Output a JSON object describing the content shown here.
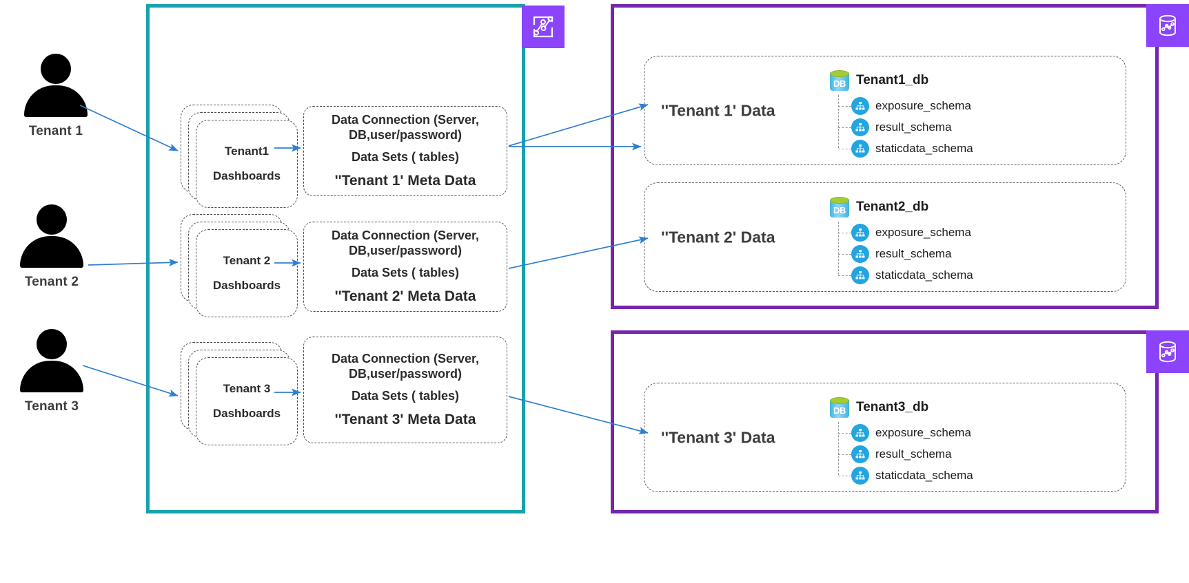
{
  "diagram": {
    "title": "Multi-tenant BI and database architecture",
    "colors": {
      "bi_border": "#17a2ae",
      "panel_border": "#7526ad",
      "badge": "#8b43fb",
      "arrow": "#2f7fd1",
      "db_green": "#a4cc35",
      "db_blue": "#3fb5e4",
      "schema_blue": "#22a5e0"
    }
  },
  "actors": [
    {
      "label": "Tenant 1",
      "icon": "person-icon"
    },
    {
      "label": "Tenant 2",
      "icon": "person-icon"
    },
    {
      "label": "Tenant 3",
      "icon": "person-icon"
    }
  ],
  "bi_container": {
    "badge_icon": "line-chart-icon"
  },
  "dashboards": [
    {
      "line1": "Tenant1",
      "line2": "Dashboards"
    },
    {
      "line1": "Tenant 2",
      "line2": "Dashboards"
    },
    {
      "line1": "Tenant 3",
      "line2": "Dashboards"
    }
  ],
  "metadata_boxes": [
    {
      "connection": "Data Connection (Server, DB,user/password)",
      "datasets": "Data Sets ( tables)",
      "meta": "''Tenant 1' Meta Data"
    },
    {
      "connection": "Data Connection (Server, DB,user/password)",
      "datasets": "Data Sets ( tables)",
      "meta": "''Tenant 2' Meta Data"
    },
    {
      "connection": "Data Connection (Server, DB,user/password)",
      "datasets": "Data Sets ( tables)",
      "meta": "''Tenant 3' Meta Data"
    }
  ],
  "panels": [
    {
      "badge_icon": "database-chart-icon"
    },
    {
      "badge_icon": "database-chart-icon"
    }
  ],
  "data_cards": [
    {
      "title": "''Tenant 1' Data",
      "db_icon": "database-icon",
      "db_label": "DB",
      "db_name": "Tenant1_db",
      "schemas": [
        {
          "icon": "schema-icon",
          "label": "exposure_schema"
        },
        {
          "icon": "schema-icon",
          "label": "result_schema"
        },
        {
          "icon": "schema-icon",
          "label": "staticdata_schema"
        }
      ]
    },
    {
      "title": "''Tenant 2' Data",
      "db_icon": "database-icon",
      "db_label": "DB",
      "db_name": "Tenant2_db",
      "schemas": [
        {
          "icon": "schema-icon",
          "label": "exposure_schema"
        },
        {
          "icon": "schema-icon",
          "label": "result_schema"
        },
        {
          "icon": "schema-icon",
          "label": "staticdata_schema"
        }
      ]
    },
    {
      "title": "''Tenant 3' Data",
      "db_icon": "database-icon",
      "db_label": "DB",
      "db_name": "Tenant3_db",
      "schemas": [
        {
          "icon": "schema-icon",
          "label": "exposure_schema"
        },
        {
          "icon": "schema-icon",
          "label": "result_schema"
        },
        {
          "icon": "schema-icon",
          "label": "staticdata_schema"
        }
      ]
    }
  ]
}
